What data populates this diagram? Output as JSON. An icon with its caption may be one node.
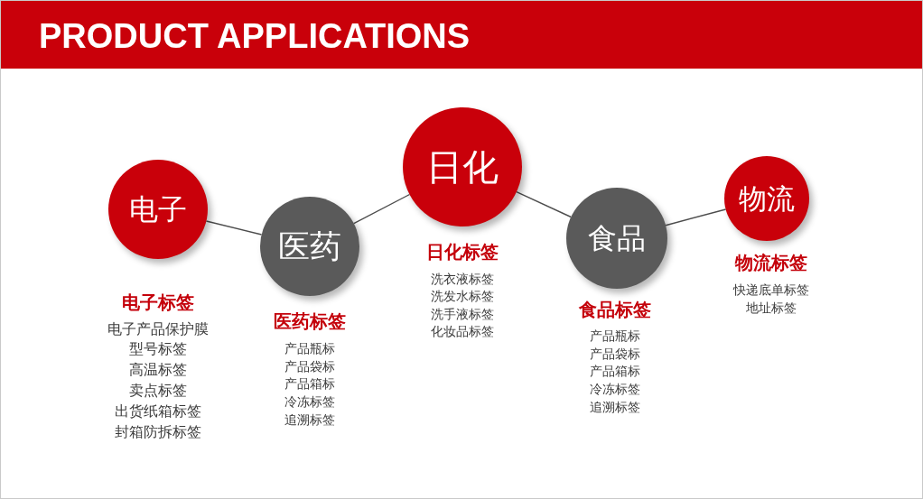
{
  "diagram": {
    "title": "PRODUCT APPLICATIONS",
    "nodes": [
      {
        "text": [
          "电子"
        ],
        "beside": [
          "电子标签",
          "电子产品保护膜",
          "型号标签",
          "高温标签",
          "卖点标签",
          "出货纸箱标签",
          "封箱防拆标签"
        ]
      },
      {
        "text": [
          "医药"
        ],
        "beside": [
          "医药标签",
          "产品瓶标",
          "产品袋标",
          "产品箱标",
          "冷冻标签",
          "追溯标签"
        ]
      },
      {
        "text": [
          "日化"
        ],
        "beside": [
          "日化标签",
          "洗衣液标签",
          "洗发水标签",
          "洗手液标签",
          "化妆品标签"
        ]
      },
      {
        "text": [
          "食品"
        ],
        "beside": [
          "食品标签",
          "产品瓶标",
          "产品袋标",
          "产品箱标",
          "冷冻标签",
          "追溯标签"
        ]
      },
      {
        "text": [
          "物流"
        ],
        "beside": [
          "物流标签",
          "快递底单标签",
          "地址标签"
        ]
      }
    ],
    "edges": [
      {
        "from": 0,
        "to": 1,
        "arrow": "none"
      },
      {
        "from": 1,
        "to": 2,
        "arrow": "none"
      },
      {
        "from": 2,
        "to": 3,
        "arrow": "none"
      },
      {
        "from": 3,
        "to": 4,
        "arrow": "none"
      }
    ]
  }
}
